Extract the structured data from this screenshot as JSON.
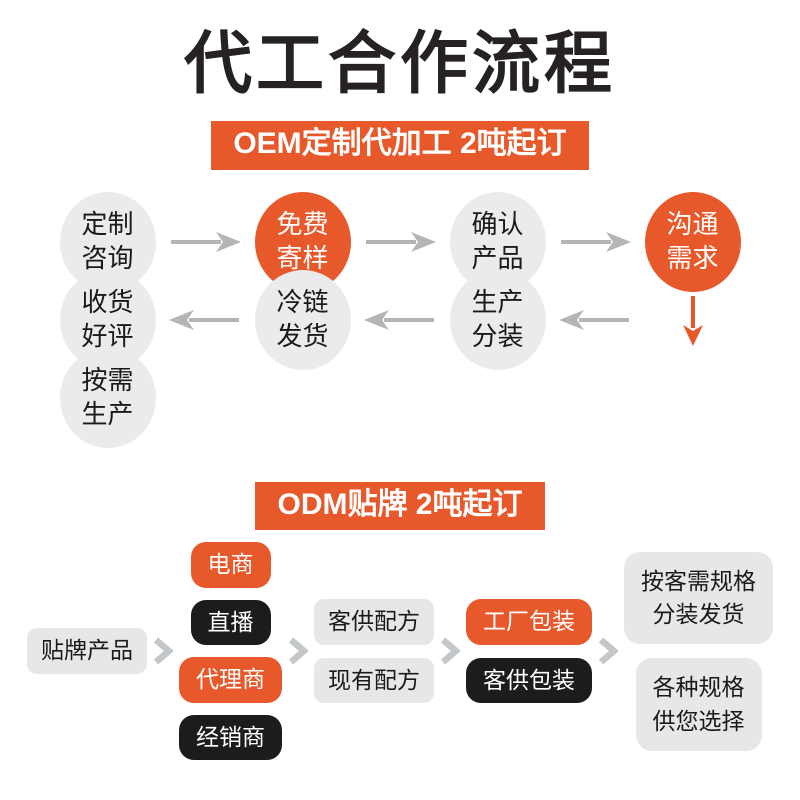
{
  "title": "代工合作流程",
  "colors": {
    "accent_orange": "#e7582b",
    "circle_gray": "#ebebeb",
    "pill_gray": "#e7e7e7",
    "pill_black": "#1d1b1b",
    "arrow_gray": "#b5b5b5",
    "chevron_gray": "#c3c7c9",
    "title_black": "#262222"
  },
  "oem": {
    "banner": "OEM定制代加工 2吨起订",
    "row1": [
      {
        "label": "定制\n咨询"
      },
      {
        "label": "免费\n寄样"
      },
      {
        "label": "确认\n产品"
      },
      {
        "label": "沟通\n需求"
      }
    ],
    "row2": [
      {
        "label": "收货\n好评"
      },
      {
        "label": "冷链\n发货"
      },
      {
        "label": "生产\n分装"
      },
      {
        "label": "按需\n生产"
      }
    ]
  },
  "odm": {
    "banner": "ODM贴牌 2吨起订",
    "source": "贴牌产品",
    "channels": [
      {
        "label": "电商"
      },
      {
        "label": "直播"
      },
      {
        "label": "代理商"
      },
      {
        "label": "经销商"
      }
    ],
    "recipes": [
      {
        "label": "客供配方"
      },
      {
        "label": "现有配方"
      }
    ],
    "packaging": [
      {
        "label": "工厂包装"
      },
      {
        "label": "客供包装"
      }
    ],
    "outcomes": [
      {
        "label": "按客需规格\n分装发货"
      },
      {
        "label": "各种规格\n供您选择"
      }
    ]
  }
}
